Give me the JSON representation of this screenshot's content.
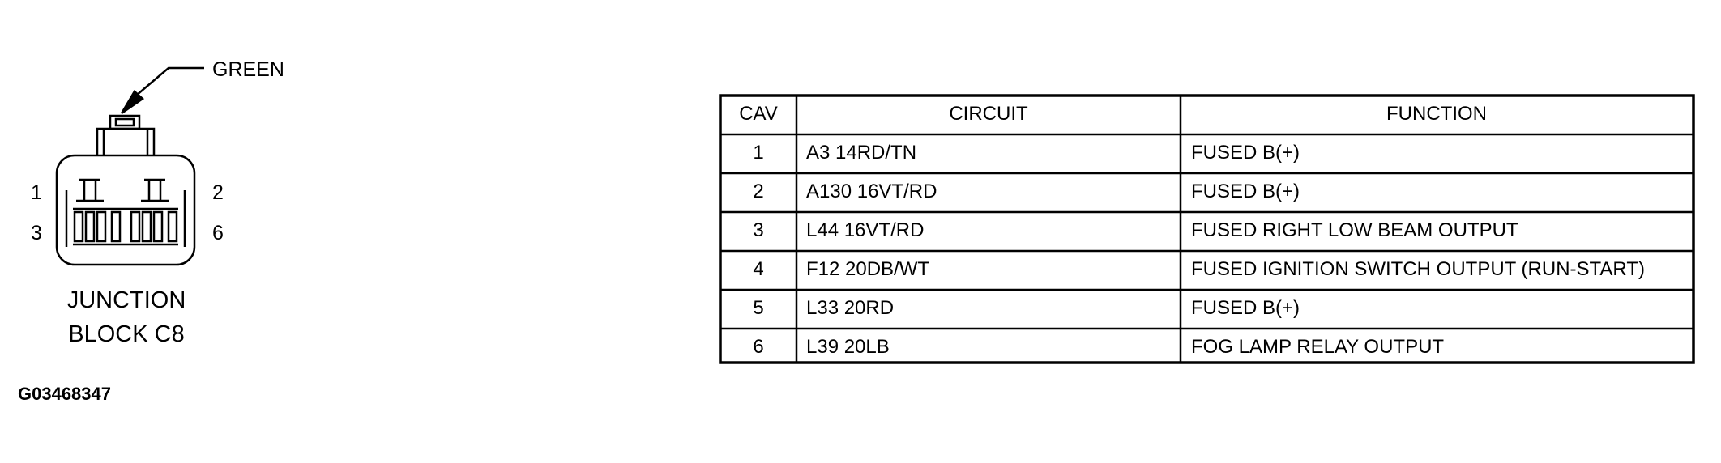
{
  "connector": {
    "wire_color_callout": "GREEN",
    "title_line1": "JUNCTION",
    "title_line2": "BLOCK C8",
    "pin_labels": {
      "top_left": "1",
      "bottom_left": "3",
      "top_right": "2",
      "bottom_right": "6"
    }
  },
  "figure_id": "G03468347",
  "pinout_table": {
    "headers": [
      "CAV",
      "CIRCUIT",
      "FUNCTION"
    ],
    "rows": [
      {
        "cav": "1",
        "circuit": "A3 14RD/TN",
        "function": "FUSED B(+)"
      },
      {
        "cav": "2",
        "circuit": "A130 16VT/RD",
        "function": "FUSED B(+)"
      },
      {
        "cav": "3",
        "circuit": "L44 16VT/RD",
        "function": "FUSED RIGHT LOW BEAM OUTPUT"
      },
      {
        "cav": "4",
        "circuit": "F12 20DB/WT",
        "function": "FUSED IGNITION SWITCH OUTPUT (RUN-START)"
      },
      {
        "cav": "5",
        "circuit": "L33 20RD",
        "function": "FUSED B(+)"
      },
      {
        "cav": "6",
        "circuit": "L39 20LB",
        "function": "FOG LAMP RELAY OUTPUT"
      }
    ]
  }
}
